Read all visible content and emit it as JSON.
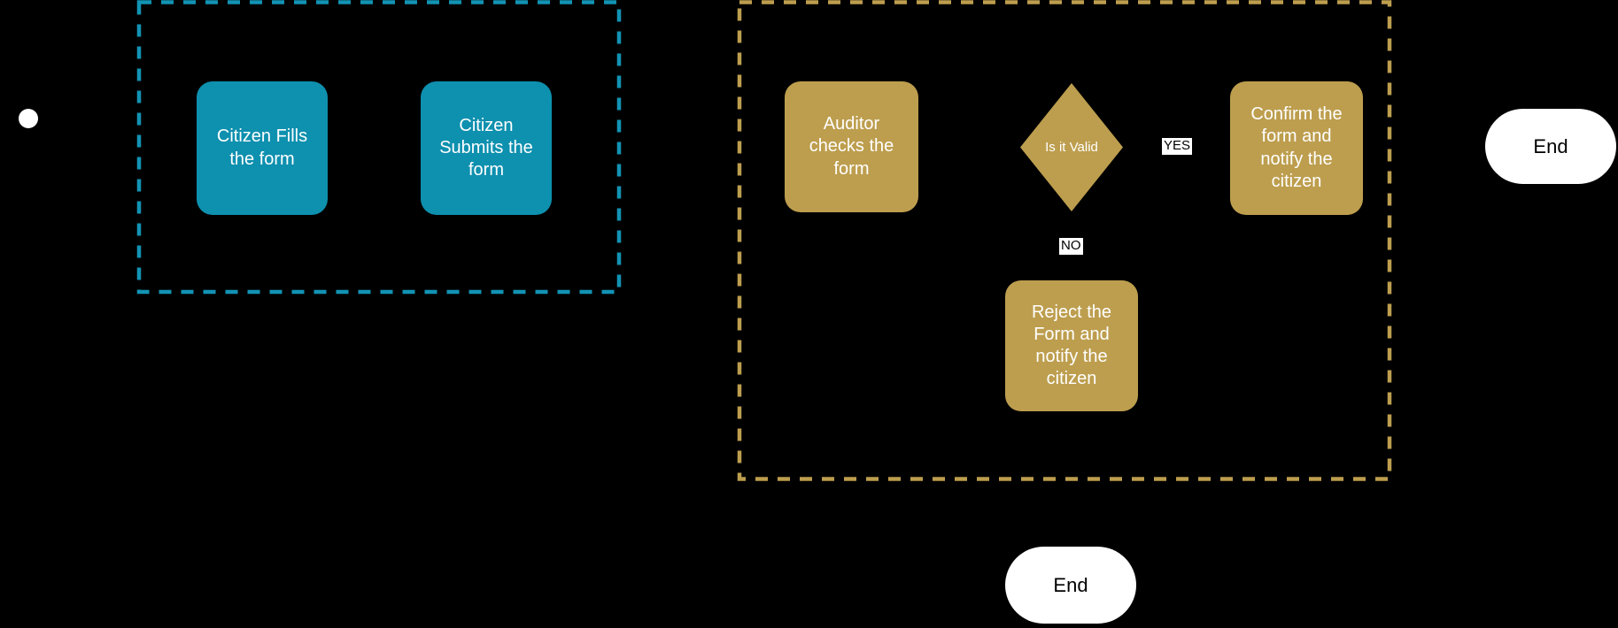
{
  "colors": {
    "background": "#000000",
    "citizen_fill": "#0e90af",
    "citizen_lane_border": "#1293b4",
    "auditor_fill": "#bd9e4e",
    "auditor_lane_border": "#bd9e4e",
    "node_text": "#ffffff",
    "terminal_fill": "#ffffff",
    "terminal_text": "#000000",
    "edge_label_bg": "#ffffff",
    "edge_label_text": "#000000"
  },
  "lanes": [
    {
      "name": "citizen-lane",
      "style": "dashed",
      "color": "#1293b4"
    },
    {
      "name": "auditor-lane",
      "style": "dashed",
      "color": "#bd9e4e"
    }
  ],
  "nodes": {
    "fill_form": {
      "label": "Citizen Fills\nthe form"
    },
    "submit_form": {
      "label": "Citizen\nSubmits the\nform"
    },
    "auditor_checks": {
      "label": "Auditor\nchecks the\nform"
    },
    "decision": {
      "label": "Is it Valid"
    },
    "confirm": {
      "label": "Confirm the\nform and\nnotify the\ncitizen"
    },
    "reject": {
      "label": "Reject the\nForm and\nnotify the\ncitizen"
    },
    "end_right": {
      "label": "End"
    },
    "end_bottom": {
      "label": "End"
    }
  },
  "edge_labels": {
    "yes": "YES",
    "no": "NO"
  }
}
